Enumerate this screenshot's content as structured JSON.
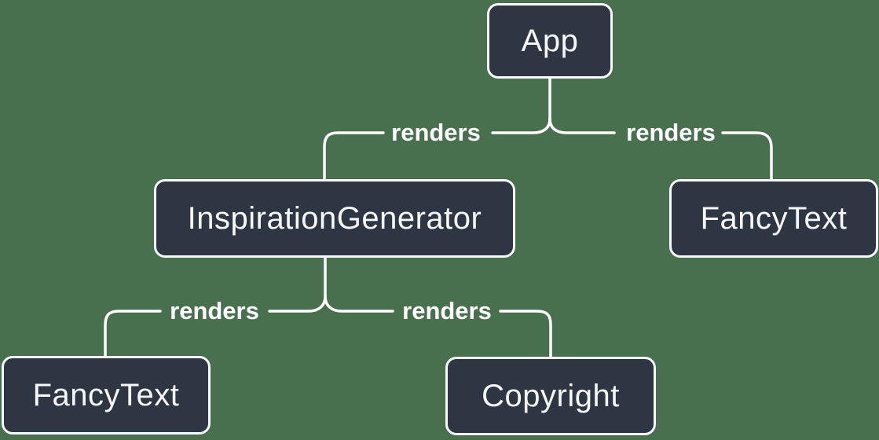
{
  "diagram_type": "component-render-tree",
  "colors": {
    "background": "#48704E",
    "node_fill": "#2E3643",
    "node_border": "#F7F8FA",
    "node_text": "#F6F7F9",
    "line": "#FFFFFF",
    "edge_label_text": "#FFFFFF"
  },
  "nodes": [
    {
      "id": "app",
      "label": "App"
    },
    {
      "id": "inspiration-generator",
      "label": "InspirationGenerator"
    },
    {
      "id": "fancy-text-top",
      "label": "FancyText"
    },
    {
      "id": "fancy-text-bottom",
      "label": "FancyText"
    },
    {
      "id": "copyright",
      "label": "Copyright"
    }
  ],
  "edges": [
    {
      "from": "App",
      "to": "InspirationGenerator",
      "label": "renders"
    },
    {
      "from": "App",
      "to": "FancyText",
      "label": "renders"
    },
    {
      "from": "InspirationGenerator",
      "to": "FancyText",
      "label": "renders"
    },
    {
      "from": "InspirationGenerator",
      "to": "Copyright",
      "label": "renders"
    }
  ]
}
